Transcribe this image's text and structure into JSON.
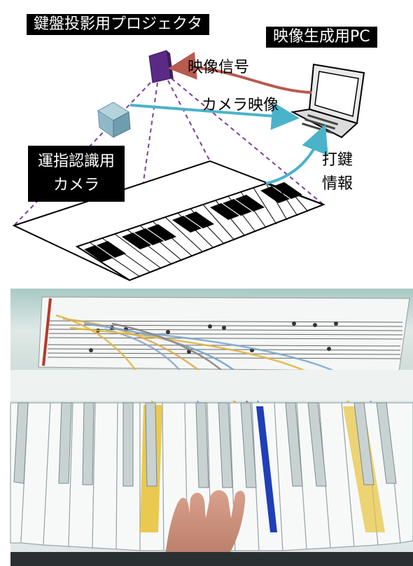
{
  "diagram": {
    "projector_label": "鍵盤投影用プロジェクタ",
    "pc_label": "映像生成用PC",
    "video_signal_label": "映像信号",
    "camera_video_label": "カメラ映像",
    "camera_label_line1": "運指認識用",
    "camera_label_line2": "カメラ",
    "keystroke_line1": "打鍵",
    "keystroke_line2": "情報"
  },
  "colors": {
    "projector": "#5b2a86",
    "video_signal_arrow": "#b85a4f",
    "camera_arrow": "#4bb3c9",
    "projection_lines": "#7b3fa0",
    "camera_body": "#8fb8c8"
  },
  "photo": {
    "description_visible": false
  }
}
